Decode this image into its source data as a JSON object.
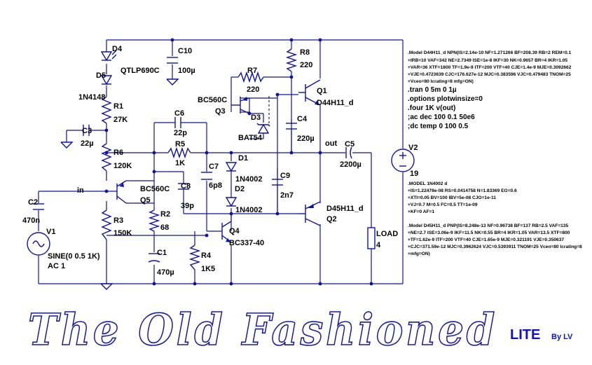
{
  "components": {
    "D4": {
      "ref": "D4",
      "value": "QTLP690C"
    },
    "D5": {
      "ref": "D5",
      "value": "1N4148"
    },
    "C10": {
      "ref": "C10",
      "value": "100µ"
    },
    "R8": {
      "ref": "R8",
      "value": "220"
    },
    "R7": {
      "ref": "R7",
      "value": "220"
    },
    "R1": {
      "ref": "R1",
      "value": "27K"
    },
    "C3": {
      "ref": "C3",
      "value": "22µ"
    },
    "C6": {
      "ref": "C6",
      "value": "22p"
    },
    "Q3": {
      "ref": "Q3",
      "value": "BC560C"
    },
    "D3": {
      "ref": "D3",
      "value": "BAT54"
    },
    "Q1": {
      "ref": "Q1",
      "value": "D44H11_d"
    },
    "C4": {
      "ref": "C4",
      "value": "220µ"
    },
    "R6": {
      "ref": "R6",
      "value": "120K"
    },
    "R5": {
      "ref": "R5",
      "value": "1K"
    },
    "C7": {
      "ref": "C7",
      "value": "6p8"
    },
    "D1": {
      "ref": "D1",
      "value": "1N4002"
    },
    "D2": {
      "ref": "D2",
      "value": "1N4002"
    },
    "C5": {
      "ref": "C5",
      "value": "2200µ"
    },
    "V2": {
      "ref": "V2",
      "value": "19"
    },
    "C8": {
      "ref": "C8",
      "value": "39p"
    },
    "Q5": {
      "ref": "Q5",
      "value": "BC560C"
    },
    "C9": {
      "ref": "C9",
      "value": "2n7"
    },
    "Q2": {
      "ref": "Q2",
      "value": "D45H11_d"
    },
    "C2": {
      "ref": "C2",
      "value": "470n"
    },
    "R2": {
      "ref": "R2",
      "value": "68"
    },
    "R3": {
      "ref": "R3",
      "value": "150K"
    },
    "Q4": {
      "ref": "Q4",
      "value": "BC337-40"
    },
    "LOAD": {
      "ref": "LOAD",
      "value": "4"
    },
    "V1": {
      "ref": "V1",
      "value1": "SINE(0 0.5 1K)",
      "value2": "AC 1"
    },
    "C1": {
      "ref": "C1",
      "value": "470µ"
    },
    "R4": {
      "ref": "R4",
      "value": "1K5"
    }
  },
  "nets": {
    "in": "in",
    "out": "out"
  },
  "model_q1": [
    ".Model D44H11_d NPN(IS=2.14e-10 NF=1.271266 BF=208.39 RB=2 REM=0.1",
    "+IRB=10 VAF=342 NE=2.7349 ISE=1e-8 IKF=30 NK=0.9657 BR=4 IKR=1.05",
    "+VAR=36 XTF=1800 TF=1.9e-9 ITF=200 VTF=40 CJE=1.4e-9 MJE=0.3092662",
    "+VJE=0.4723639 CJC=176.627e-12 MJC=0.383596 VJC=0.479483 TNOM=25",
    "+Vceo=80 Icrating=8 mfg=ON)"
  ],
  "directives": [
    ".tran 0 5m 0 1µ",
    ".options plotwinsize=0",
    ".four 1K v(out)",
    ";ac dec 100 0.1 50e6",
    ";dc temp 0 100 0.5"
  ],
  "model_diode": [
    ".MODEL 1N4002 d",
    "+IS=1.22478e-08 RS=0.0414758 N=1.83369 EG=0.6",
    "+XTI=0.05 BV=100 IBV=5e-08 CJO=1e-11",
    "+VJ=0.7 M=0.5 FC=0.5 TT=1e-09",
    "+KF=0 AF=1"
  ],
  "model_q2": [
    ".Model D45H11_d PNP(IS=8.248e-13 NF=0.96738 BF=137 RB=2.5 VAF=135",
    "+NE=2.7 ISE=3.06e-9 IKF=11.5 NK=0.55 BR=4 IKR=1.05 VAR=13.5 XTF=800",
    "+TF=1.62e-9 ITF=200 VTF=40 CJE=1.65e-9 MJE=0.321191 VJE=0.350637",
    "+CJC=371.59e-12 MJC=0.3962624 VJC=0.5393911 TNOM=25 Vceo=80 Icrating=8",
    "+mfg=ON)"
  ],
  "title": {
    "main": "The Old Fashioned",
    "edition": "LITE",
    "author": "By LV"
  },
  "colors": {
    "wire": "#1010a8",
    "title_outline": "#1a1a9a",
    "lite": "#1010c8"
  }
}
